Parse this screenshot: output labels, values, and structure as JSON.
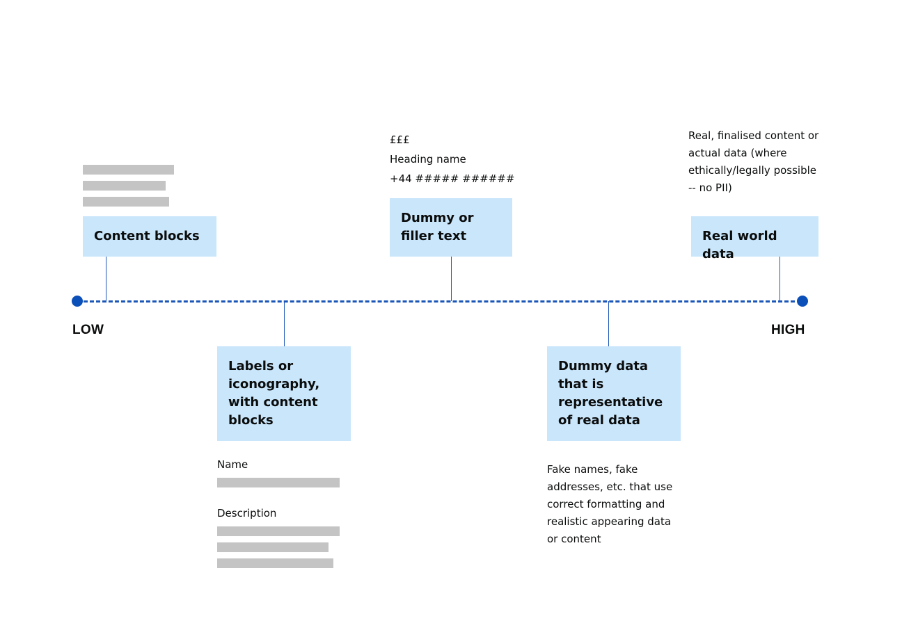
{
  "axis": {
    "low_label": "LOW",
    "high_label": "HIGH",
    "color": "#1a56b8"
  },
  "boxes": {
    "content_blocks": "Content blocks",
    "labels_iconography": "Labels or\niconography,\nwith content\nblocks",
    "dummy_filler": "Dummy or\nfiller text",
    "dummy_representative": "Dummy data\nthat is\nrepresentative\nof real data",
    "real_world": "Real world data",
    "fill_color": "#c9e6fb"
  },
  "filler_example": {
    "line1": "£££",
    "line2": "Heading name",
    "line3": "+44 ##### ######"
  },
  "real_world_note": [
    "Real, finalised content or",
    "actual data (where",
    "ethically/legally possible",
    "-- no PII)"
  ],
  "labels_example": {
    "name_label": "Name",
    "description_label": "Description"
  },
  "representative_note": [
    "Fake names, fake",
    "addresses, etc. that use",
    "correct formatting and",
    "realistic appearing data",
    "or content"
  ]
}
